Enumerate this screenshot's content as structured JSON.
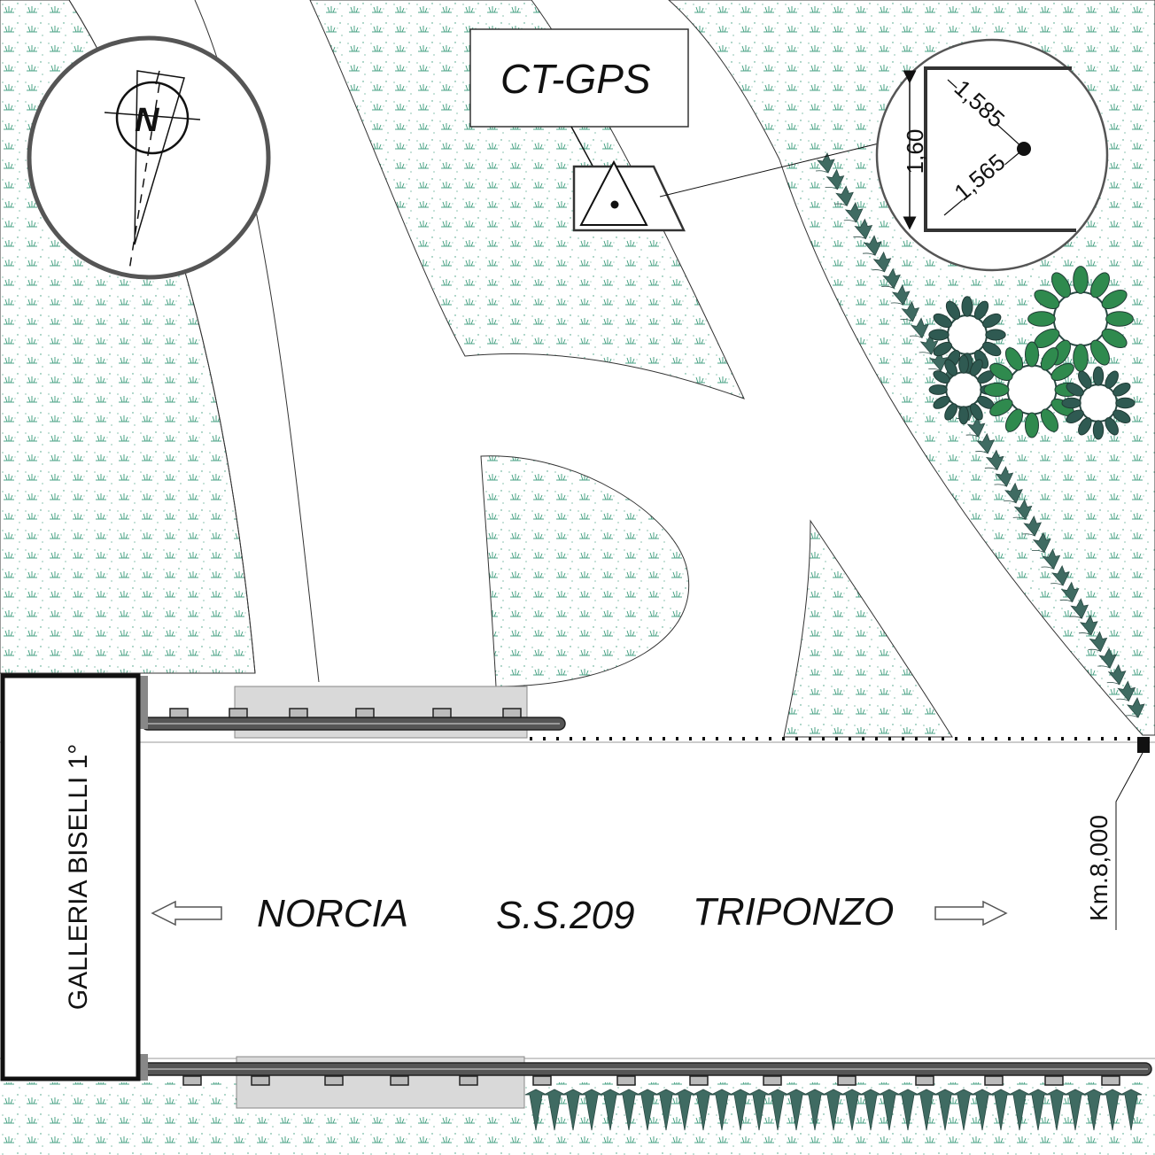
{
  "gps_label": "CT-GPS",
  "compass_letter": "N",
  "detail": {
    "height_label": "1,60",
    "dist_top": "1,585",
    "dist_bottom": "1,565"
  },
  "tunnel_label": "GALLERIA BISELLI 1°",
  "road": {
    "left_destination": "NORCIA",
    "road_name": "S.S.209",
    "right_destination": "TRIPONZO"
  },
  "km_marker": "Km.8,000",
  "colors": {
    "grass": "#3a9a7a",
    "vegetation": "#3f6b62",
    "tree_dark": "#2f5a52",
    "tree_light": "#2f8a4e",
    "guardrail": "#555555",
    "gray_pad": "#d9d9d9"
  }
}
